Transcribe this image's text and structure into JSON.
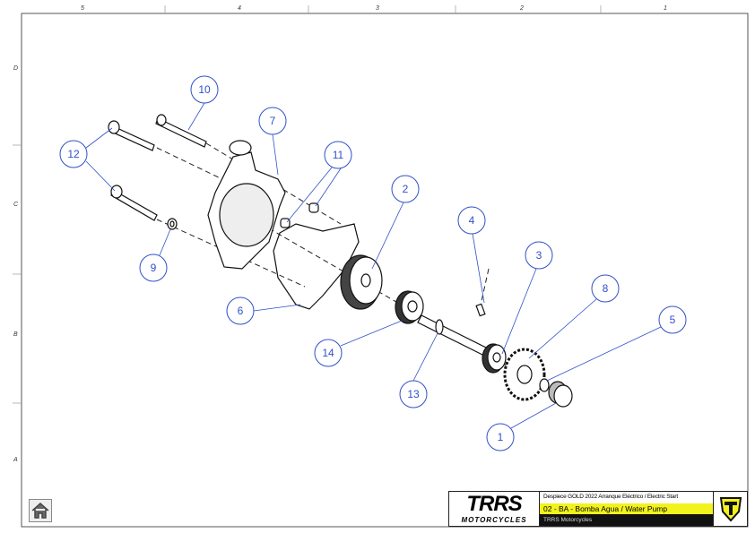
{
  "border": {
    "columns": [
      "5",
      "4",
      "3",
      "2",
      "1"
    ],
    "rows": [
      "D",
      "C",
      "B",
      "A"
    ]
  },
  "callouts": [
    "10",
    "7",
    "12",
    "11",
    "2",
    "4",
    "3",
    "8",
    "5",
    "9",
    "6",
    "14",
    "13",
    "1"
  ],
  "title_block": {
    "logo_text": "TRRS",
    "logo_subtext": "MOTORCYCLES",
    "drawing_title": "Despiece GOLD 2022 Arranque Eléctrico / Electric Start",
    "part_name": "02 - BA - Bomba Agua / Water Pump",
    "company": "TRRS Motorcycles"
  },
  "colors": {
    "callout": "#3050c8",
    "highlight": "#f2f21c"
  },
  "home_icon": "home-icon"
}
